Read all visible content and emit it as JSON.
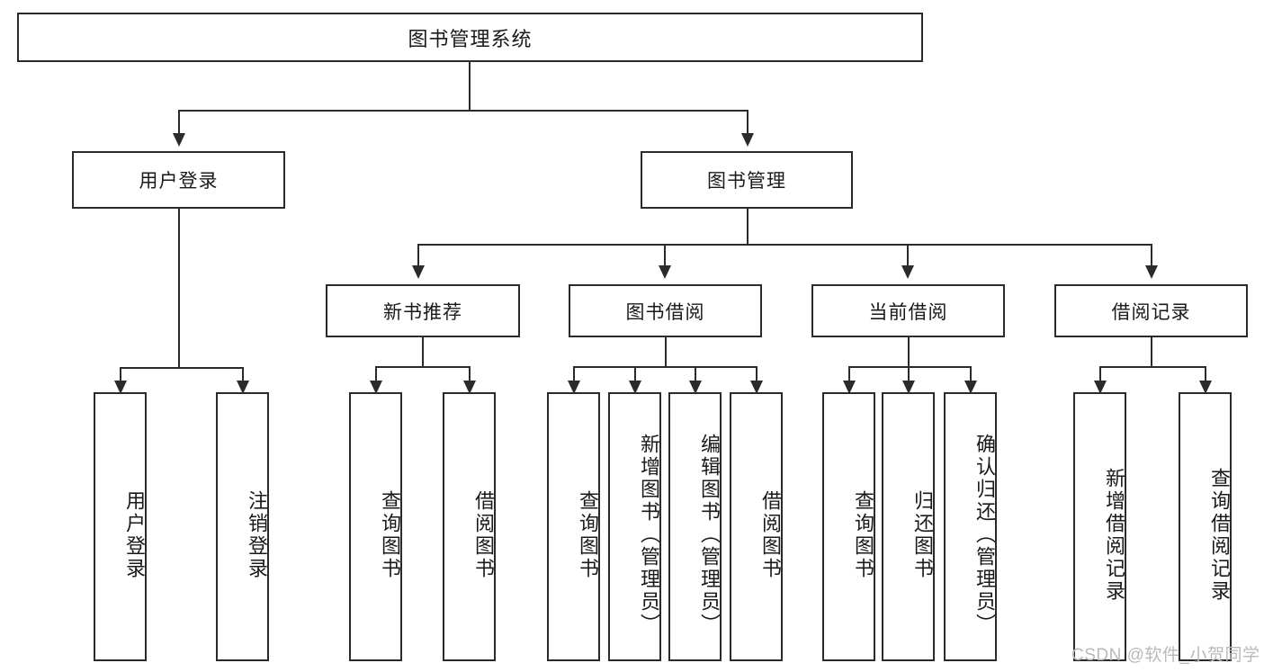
{
  "diagram": {
    "title": "图书管理系统",
    "type": "tree-hierarchy-diagram",
    "colors": {
      "box_border": "#2b2b2b",
      "box_fill": "#ffffff",
      "connector": "#2b2b2b",
      "background": "#ffffff",
      "watermark": "#b9b9b9"
    }
  },
  "root": {
    "label": "图书管理系统"
  },
  "level2": [
    {
      "label": "用户登录"
    },
    {
      "label": "图书管理"
    }
  ],
  "level3": [
    {
      "label": "新书推荐"
    },
    {
      "label": "图书借阅"
    },
    {
      "label": "当前借阅"
    },
    {
      "label": "借阅记录"
    }
  ],
  "leaves": {
    "user_login": [
      {
        "label": "用户登录"
      },
      {
        "label": "注销登录"
      }
    ],
    "new_book_recommend": [
      {
        "label": "查询图书"
      },
      {
        "label": "借阅图书"
      }
    ],
    "book_borrow": [
      {
        "label": "查询图书"
      },
      {
        "label": "新增图书（管理员）"
      },
      {
        "label": "编辑图书（管理员）"
      },
      {
        "label": "借阅图书"
      }
    ],
    "current_borrow": [
      {
        "label": "查询图书"
      },
      {
        "label": "归还图书"
      },
      {
        "label": "确认归还（管理员）"
      }
    ],
    "borrow_record": [
      {
        "label": "新增借阅记录"
      },
      {
        "label": "查询借阅记录"
      }
    ]
  },
  "watermark": {
    "text": "CSDN @软件_小贺同学"
  }
}
